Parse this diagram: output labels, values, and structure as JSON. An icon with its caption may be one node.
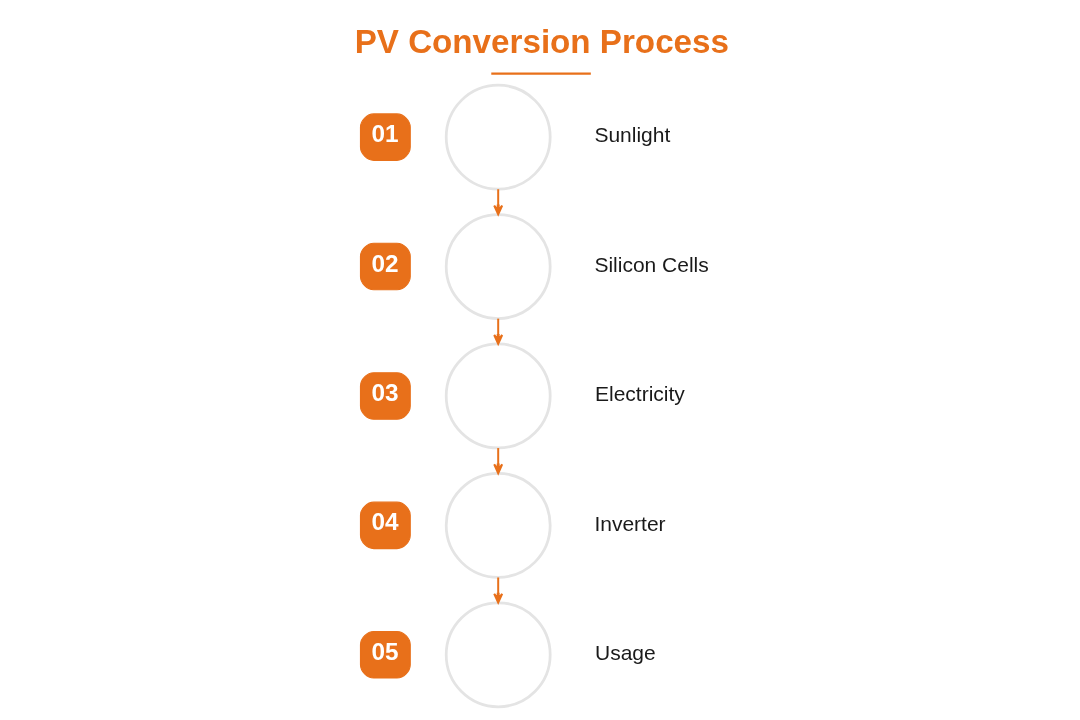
{
  "diagram": {
    "title": "PV Conversion Process",
    "nodes": [
      {
        "text": [
          "01"
        ]
      },
      {
        "text": [],
        "shape": "circle",
        "beside": [
          "Sunlight"
        ]
      },
      {
        "text": [
          "02"
        ]
      },
      {
        "text": [],
        "shape": "circle",
        "beside": [
          "Silicon Cells"
        ]
      },
      {
        "text": [
          "03"
        ]
      },
      {
        "text": [],
        "shape": "circle",
        "beside": [
          "Electricity"
        ]
      },
      {
        "text": [
          "04"
        ]
      },
      {
        "text": [],
        "shape": "circle",
        "beside": [
          "Inverter"
        ]
      },
      {
        "text": [
          "05"
        ]
      },
      {
        "text": [],
        "shape": "circle",
        "beside": [
          "Usage"
        ]
      }
    ],
    "edges": [
      {
        "from": 1,
        "to": 3,
        "arrow": "to"
      },
      {
        "from": 3,
        "to": 5,
        "arrow": "to"
      },
      {
        "from": 5,
        "to": 7,
        "arrow": "to"
      },
      {
        "from": 7,
        "to": 9,
        "arrow": "to"
      }
    ]
  }
}
